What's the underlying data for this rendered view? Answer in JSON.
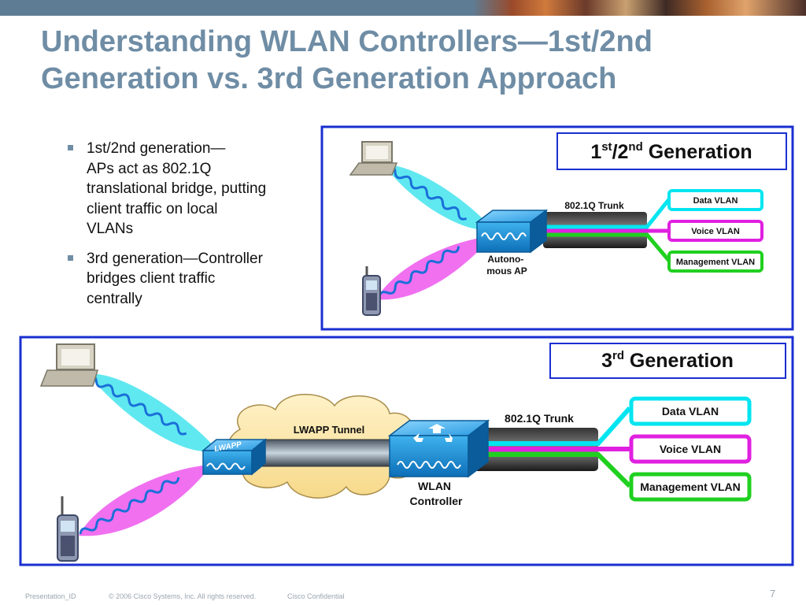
{
  "slide": {
    "title_line1": "Understanding WLAN Controllers—1st/2nd",
    "title_line2": "Generation vs. 3rd Generation Approach",
    "bullets": [
      {
        "lines": [
          "1st/2nd generation—",
          "APs act as 802.1Q",
          "translational bridge, putting",
          "client traffic on local",
          "VLANs"
        ]
      },
      {
        "lines": [
          "3rd generation—Controller",
          "bridges client traffic",
          "centrally"
        ]
      }
    ]
  },
  "panel_top": {
    "gen_label_sup1": "st",
    "gen_label_sup2": "nd",
    "gen_label_1": "1",
    "gen_label_2": "/2",
    "gen_label_3": " Generation",
    "trunk_label": "802.1Q Trunk",
    "ap_label_line1": "Autono-",
    "ap_label_line2": "mous AP",
    "vlans": [
      {
        "label": "Data VLAN",
        "color": "#00e5f0"
      },
      {
        "label": "Voice VLAN",
        "color": "#e020e0"
      },
      {
        "label": "Management VLAN",
        "color": "#20d020"
      }
    ]
  },
  "panel_bottom": {
    "gen_label_1": "3",
    "gen_label_sup": "rd",
    "gen_label_2": " Generation",
    "tunnel_label": "LWAPP Tunnel",
    "lwapp_label": "LWAPP",
    "trunk_label": "802.1Q Trunk",
    "controller_line1": "WLAN",
    "controller_line2": "Controller",
    "vlans": [
      {
        "label": "Data VLAN",
        "color": "#00e5f0"
      },
      {
        "label": "Voice VLAN",
        "color": "#e020e0"
      },
      {
        "label": "Management VLAN",
        "color": "#20d020"
      }
    ]
  },
  "colors": {
    "title": "#6f8da5",
    "panel_border": "#1a2fd0",
    "device": "#1a8fd8",
    "cyan_beam": "#60e8f0",
    "magenta_beam": "#f070f0"
  },
  "footer": {
    "presentation_id": "Presentation_ID",
    "copyright": "© 2006 Cisco Systems, Inc. All rights reserved.",
    "confidential": "Cisco Confidential",
    "page_number": "7"
  }
}
